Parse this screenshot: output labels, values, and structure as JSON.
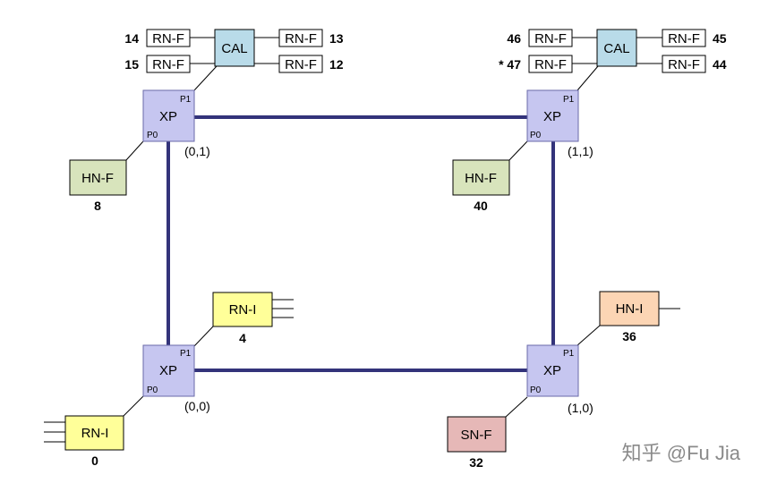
{
  "colors": {
    "xp_fill": "#c6c6f0",
    "xp_stroke": "#6a6aa8",
    "mesh_link": "#33337a",
    "cal_fill": "#b9dbe9",
    "hnf_fill": "#d8e4bc",
    "rni_fill": "#ffff99",
    "hni_fill": "#fcd5b4",
    "snf_fill": "#e6b8b7",
    "rnf_fill": "#ffffff"
  },
  "xp": [
    {
      "label": "XP",
      "p0": "P0",
      "p1": "P1",
      "coord": "(0,1)"
    },
    {
      "label": "XP",
      "p0": "P0",
      "p1": "P1",
      "coord": "(1,1)"
    },
    {
      "label": "XP",
      "p0": "P0",
      "p1": "P1",
      "coord": "(0,0)"
    },
    {
      "label": "XP",
      "p0": "P0",
      "p1": "P1",
      "coord": "(1,0)"
    }
  ],
  "cal": [
    "CAL",
    "CAL"
  ],
  "rnf": [
    {
      "label": "RN-F",
      "id": "14"
    },
    {
      "label": "RN-F",
      "id": "15"
    },
    {
      "label": "RN-F",
      "id": "13"
    },
    {
      "label": "RN-F",
      "id": "12"
    },
    {
      "label": "RN-F",
      "id": "46"
    },
    {
      "label": "RN-F",
      "id": "* 47"
    },
    {
      "label": "RN-F",
      "id": "45"
    },
    {
      "label": "RN-F",
      "id": "44"
    }
  ],
  "hnf": [
    {
      "label": "HN-F",
      "id": "8"
    },
    {
      "label": "HN-F",
      "id": "40"
    }
  ],
  "rni": [
    {
      "label": "RN-I",
      "id": "4"
    },
    {
      "label": "RN-I",
      "id": "0"
    }
  ],
  "hni": {
    "label": "HN-I",
    "id": "36"
  },
  "snf": {
    "label": "SN-F",
    "id": "32"
  },
  "watermark": "知乎 @Fu Jia"
}
